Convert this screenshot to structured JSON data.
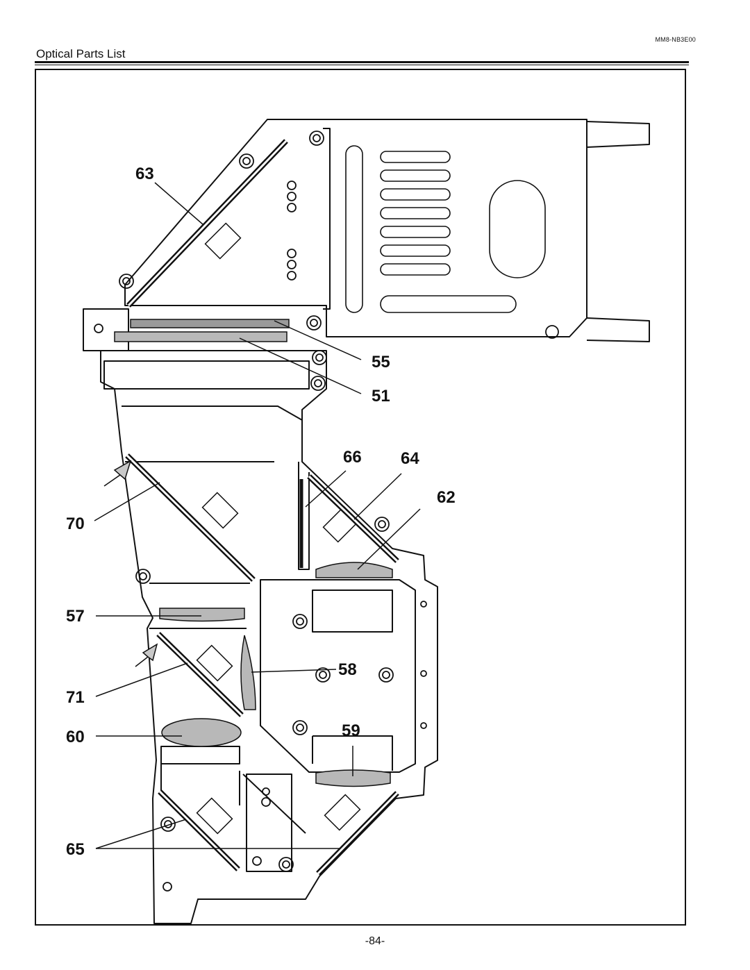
{
  "header": {
    "doc_code": "MM8-NB3E00",
    "section_title": "Optical Parts List"
  },
  "callouts": {
    "c63": "63",
    "c55": "55",
    "c51": "51",
    "c66": "66",
    "c64": "64",
    "c62": "62",
    "c70": "70",
    "c57": "57",
    "c58": "58",
    "c71": "71",
    "c60": "60",
    "c59": "59",
    "c65": "65"
  },
  "footer": {
    "page_number": "-84-"
  },
  "colors": {
    "line": "#111111",
    "lens_fill": "#b8b8b8",
    "plate_fill": "#9a9a9a",
    "arrow_fill": "#c8c8c8"
  }
}
